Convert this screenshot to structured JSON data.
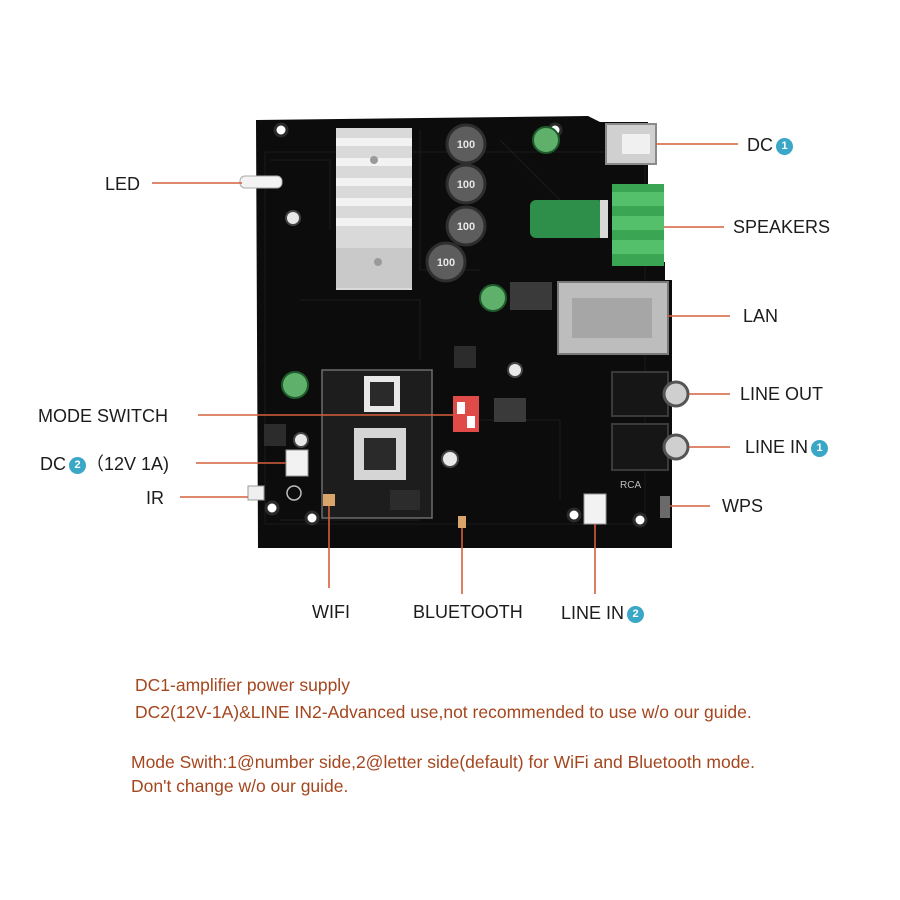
{
  "colors": {
    "pcb": "#0c0c0c",
    "leader_line": "#d4603d",
    "badge": "#3aa7c7",
    "note_text": "#a4461e",
    "label_text": "#1c1c1c",
    "terminal_green": "#3aa653",
    "heatsink": "#d8d8d8"
  },
  "labels": {
    "dc1": {
      "text": "DC",
      "badge": "1"
    },
    "led": {
      "text": "LED"
    },
    "speakers": {
      "text": "SPEAKERS"
    },
    "lan": {
      "text": "LAN"
    },
    "line_out": {
      "text": "LINE OUT"
    },
    "mode_switch": {
      "text": "MODE SWITCH"
    },
    "line_in_1": {
      "text": "LINE IN",
      "badge": "1"
    },
    "dc2": {
      "text": "DC",
      "badge": "2",
      "suffix": "（12V 1A)"
    },
    "ir": {
      "text": "IR"
    },
    "wps": {
      "text": "WPS"
    },
    "wifi": {
      "text": "WIFI"
    },
    "bluetooth": {
      "text": "BLUETOOTH"
    },
    "line_in_2": {
      "text": "LINE IN",
      "badge": "2"
    }
  },
  "board": {
    "capacitor_marking": "100",
    "rca_silkscreen": "RCA"
  },
  "notes": {
    "line1": "DC1-amplifier power supply",
    "line2": "DC2(12V-1A)&LINE IN2-Advanced use,not recommended to use w/o our guide.",
    "line3": "Mode Swith:1@number side,2@letter side(default) for WiFi and Bluetooth mode.",
    "line4": "Don't change w/o our guide."
  }
}
